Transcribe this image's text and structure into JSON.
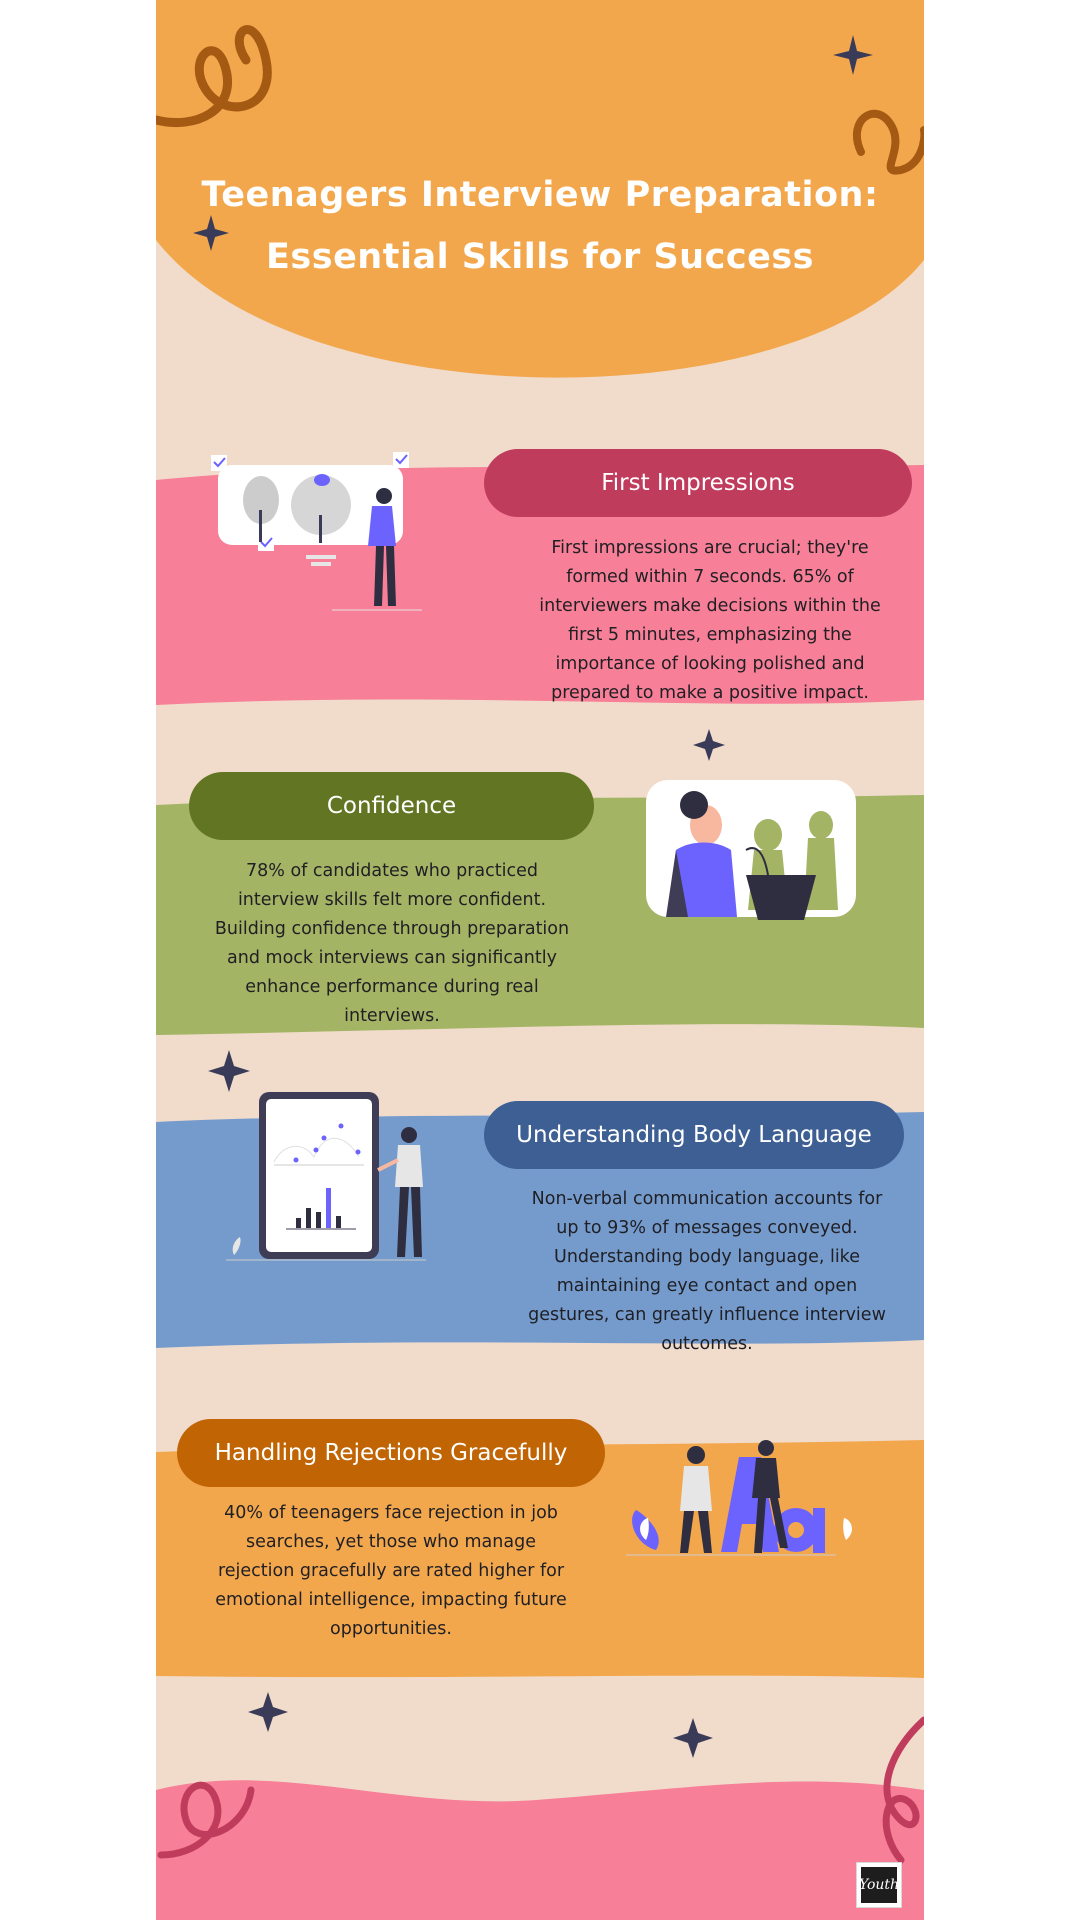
{
  "title": {
    "line1": "Teenagers Interview Preparation:",
    "line2": "Essential Skills for Success"
  },
  "sections": [
    {
      "heading": "First Impressions",
      "body": "First impressions are crucial; they're formed within 7 seconds. 65% of interviewers make decisions within the first 5 minutes, emphasizing the importance of looking polished and prepared to make a positive impact.",
      "band_color": "#f77f97",
      "pill_color": "#c03c5c"
    },
    {
      "heading": "Confidence",
      "body": "78% of candidates who practiced interview skills felt more confident. Building confidence through preparation and mock interviews can significantly enhance performance during real interviews.",
      "band_color": "#a3b465",
      "pill_color": "#627522"
    },
    {
      "heading": "Understanding Body Language",
      "body": "Non-verbal communication accounts for up to 93% of messages conveyed. Understanding body language, like maintaining eye contact and open gestures, can greatly influence interview outcomes.",
      "band_color": "#759bcd",
      "pill_color": "#3d5f93"
    },
    {
      "heading": "Handling Rejections Gracefully",
      "body": "40% of teenagers face rejection in job searches, yet those who manage rejection gracefully are rated higher for emotional intelligence, impacting future opportunities.",
      "band_color": "#f3a74d",
      "pill_color": "#c06404"
    }
  ],
  "colors": {
    "header": "#f3a74d",
    "paper": "#f1dccb",
    "star": "#3a3b58",
    "squiggle_brown": "#a45a12",
    "squiggle_pink": "#c03c5c",
    "accent_purple": "#6c63ff"
  },
  "icons": [
    "star-icon",
    "squiggle-icon",
    "checkmark-icon",
    "person-illustration",
    "tablet-chart-illustration",
    "speaker-illustration",
    "couple-illustration"
  ],
  "logo": {
    "text": "Youth"
  }
}
